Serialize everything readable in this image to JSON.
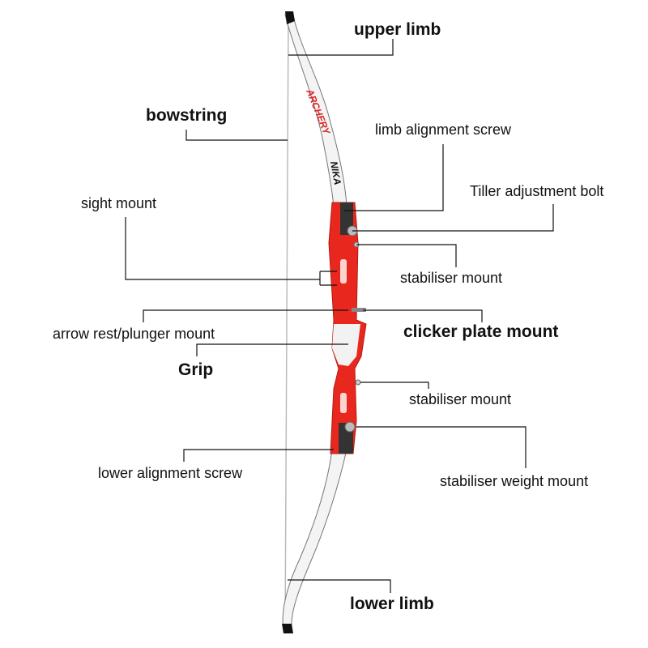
{
  "labels": {
    "upper_limb": "upper limb",
    "bowstring": "bowstring",
    "limb_alignment_screw": "limb alignment screw",
    "tiller_adjustment_bolt": "Tiller adjustment bolt",
    "sight_mount": "sight mount",
    "stabiliser_mount_upper": "stabiliser mount",
    "arrow_rest": "arrow rest/plunger mount",
    "clicker_plate_mount": "clicker plate mount",
    "grip": "Grip",
    "stabiliser_mount_lower": "stabiliser mount",
    "lower_alignment_screw": "lower alignment screw",
    "stabiliser_weight_mount": "stabiliser weight mount",
    "lower_limb": "lower limb"
  },
  "logo_text": [
    "ARCHERY",
    "NIKA"
  ],
  "colors": {
    "riser": "#e8281e",
    "limb": "#f4f4f4",
    "line": "#111111"
  }
}
